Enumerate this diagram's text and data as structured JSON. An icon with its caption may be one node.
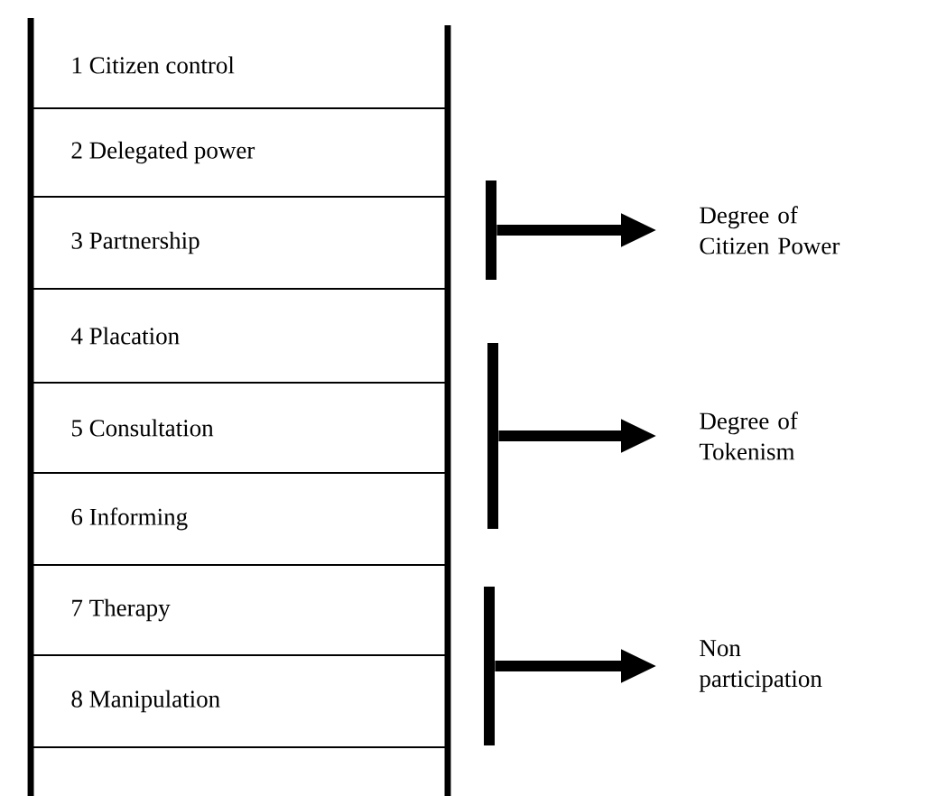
{
  "diagram": {
    "nodes": [
      {
        "text": [
          "1 Citizen control"
        ]
      },
      {
        "text": [
          "2 Delegated power"
        ]
      },
      {
        "text": [
          "3 Partnership"
        ]
      },
      {
        "text": [
          "4 Placation"
        ]
      },
      {
        "text": [
          "5 Consultation"
        ]
      },
      {
        "text": [
          "6 Informing"
        ]
      },
      {
        "text": [
          "7 Therapy"
        ]
      },
      {
        "text": [
          "8 Manipulation"
        ]
      },
      {
        "text": [],
        "shape": "bar"
      },
      {
        "text": [],
        "shape": "bar"
      },
      {
        "text": [],
        "shape": "bar"
      },
      {
        "text": [
          "Degree of Citizen Power"
        ]
      },
      {
        "text": [
          "Degree of Tokenism"
        ]
      },
      {
        "text": [
          "Non participation"
        ]
      }
    ],
    "edges": [
      {
        "from": 8,
        "to": 11,
        "arrow": "to"
      },
      {
        "from": 9,
        "to": 12,
        "arrow": "to"
      },
      {
        "from": 10,
        "to": 13,
        "arrow": "to"
      }
    ]
  }
}
